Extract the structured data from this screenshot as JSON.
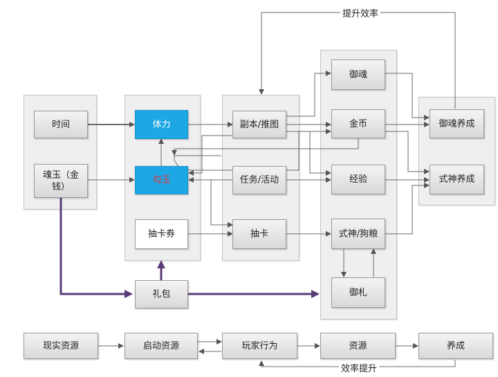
{
  "nodes": {
    "time": "时间",
    "hunyu": "魂玉（金钱）",
    "tili": "体力",
    "gouyu": "勾玉",
    "chouka_quan": "抽卡券",
    "fuben": "副本/推图",
    "renwu": "任务/活动",
    "chouka": "抽卡",
    "yuhun": "御魂",
    "jinbi": "金币",
    "jingyan": "经验",
    "shishen_gouliang": "式神/狗粮",
    "yuzha": "御札",
    "yuhun_yangcheng": "御魂养成",
    "shishen_yangcheng": "式神养成",
    "libao": "礼包"
  },
  "flow": {
    "real_resource": "现实资源",
    "start_resource": "启动资源",
    "player_behavior": "玩家行为",
    "resource": "资源",
    "cultivation": "养成"
  },
  "labels": {
    "top_feedback": "提升效率",
    "bottom_feedback": "效率提升"
  },
  "colors": {
    "highlight": "#1ea7e6",
    "thick_arrow": "#5a3c78",
    "line": "#666666"
  }
}
